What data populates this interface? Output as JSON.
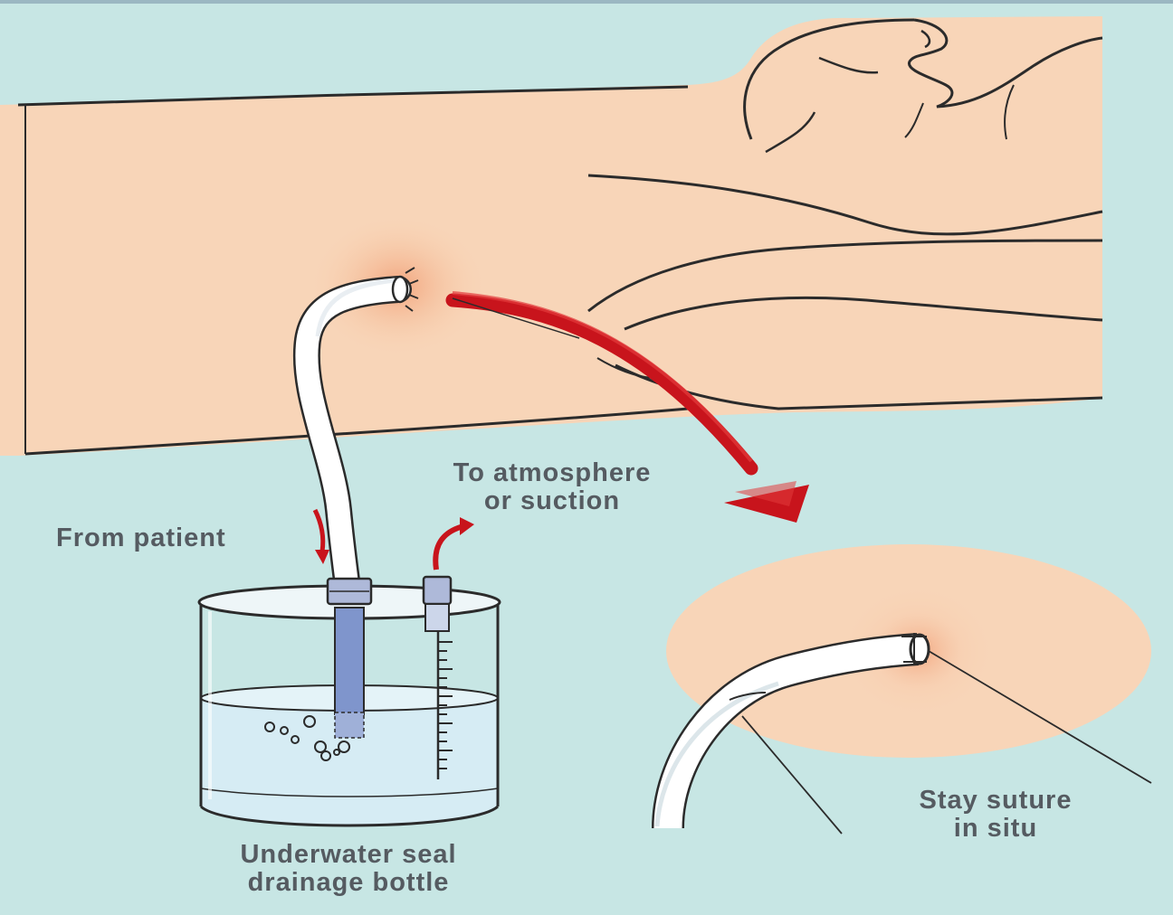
{
  "colors": {
    "background": "#c7e6e4",
    "skin": "#f8d5b8",
    "outline": "#2b2b2b",
    "arrow_red": "#c8141c",
    "tube": "#ffffff",
    "water": "#d6ecf4",
    "submerged_tube": "#7f95cc",
    "label_text": "#555b61"
  },
  "labels": {
    "atmosphere": {
      "line1": "To atmosphere",
      "line2": "or suction"
    },
    "from_patient": "From patient",
    "bottle": {
      "line1": "Underwater seal",
      "line2": "drainage bottle"
    },
    "suture": {
      "line1": "Stay suture",
      "line2": "in situ"
    }
  },
  "icons": {
    "arrow_main": "curved-red-arrow",
    "arrow_in": "red-arrow-down",
    "arrow_out": "red-arrow-up"
  }
}
